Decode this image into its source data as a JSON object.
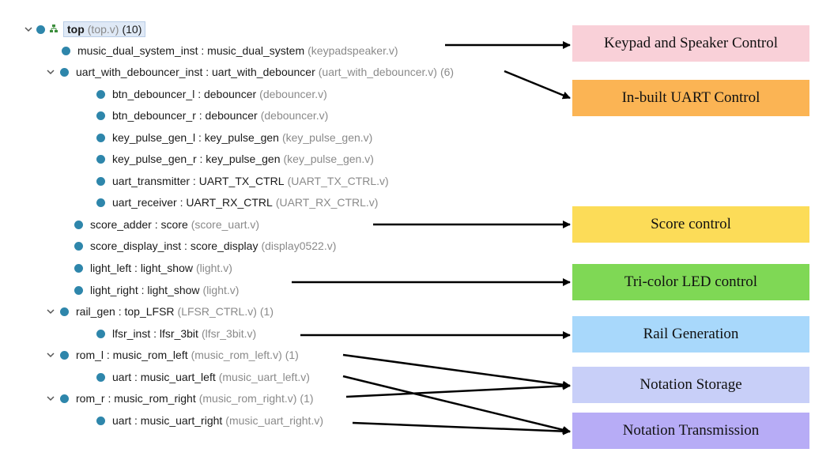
{
  "tree": {
    "root": {
      "name": "top",
      "file": "(top.v)",
      "count": "(10)"
    },
    "rows": [
      {
        "inst": "music_dual_system_inst : music_dual_system",
        "file": "(keypadspeaker.v)"
      },
      {
        "inst": "uart_with_debouncer_inst : uart_with_debouncer",
        "file": "(uart_with_debouncer.v)",
        "count": "(6)"
      },
      {
        "inst": "btn_debouncer_l : debouncer",
        "file": "(debouncer.v)"
      },
      {
        "inst": "btn_debouncer_r : debouncer",
        "file": "(debouncer.v)"
      },
      {
        "inst": "key_pulse_gen_l : key_pulse_gen",
        "file": "(key_pulse_gen.v)"
      },
      {
        "inst": "key_pulse_gen_r : key_pulse_gen",
        "file": "(key_pulse_gen.v)"
      },
      {
        "inst": "uart_transmitter : UART_TX_CTRL",
        "file": "(UART_TX_CTRL.v)"
      },
      {
        "inst": "uart_receiver : UART_RX_CTRL",
        "file": "(UART_RX_CTRL.v)"
      },
      {
        "inst": "score_adder : score",
        "file": "(score_uart.v)"
      },
      {
        "inst": "score_display_inst : score_display",
        "file": "(display0522.v)"
      },
      {
        "inst": "light_left : light_show",
        "file": "(light.v)"
      },
      {
        "inst": "light_right : light_show",
        "file": "(light.v)"
      },
      {
        "inst": "rail_gen : top_LFSR",
        "file": "(LFSR_CTRL.v)",
        "count": "(1)"
      },
      {
        "inst": "lfsr_inst : lfsr_3bit",
        "file": "(lfsr_3bit.v)"
      },
      {
        "inst": "rom_l : music_rom_left",
        "file": "(music_rom_left.v)",
        "count": "(1)"
      },
      {
        "inst": "uart : music_uart_left",
        "file": "(music_uart_left.v)"
      },
      {
        "inst": "rom_r : music_rom_right",
        "file": "(music_rom_right.v)",
        "count": "(1)"
      },
      {
        "inst": "uart : music_uart_right",
        "file": "(music_uart_right.v)"
      }
    ]
  },
  "labels": [
    {
      "text": "Keypad and Speaker Control",
      "color": "#f9d0d8"
    },
    {
      "text": "In-built UART Control",
      "color": "#fbb454"
    },
    {
      "text": "Score control",
      "color": "#fcdc58"
    },
    {
      "text": "Tri-color LED control",
      "color": "#7fd855"
    },
    {
      "text": "Rail Generation",
      "color": "#a8d8fb"
    },
    {
      "text": "Notation Storage",
      "color": "#c8cff8"
    },
    {
      "text": "Notation Transmission",
      "color": "#b7acf6"
    }
  ],
  "icons": {
    "expand": "chevron-down-icon",
    "node": "module-dot-icon",
    "hierarchy": "hierarchy-icon"
  }
}
